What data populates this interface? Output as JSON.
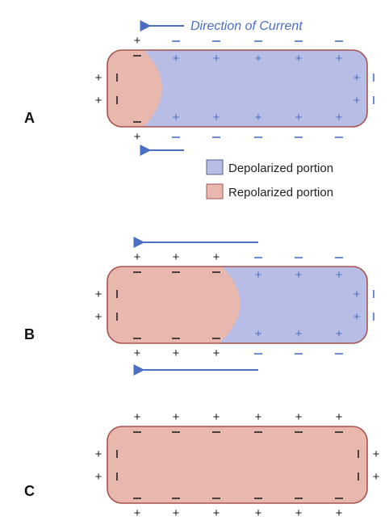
{
  "title": "Direction of Current",
  "legend": [
    {
      "label": "Depolarized portion",
      "color": "#b8bde6"
    },
    {
      "label": "Repolarized portion",
      "color": "#e8b8ae"
    }
  ],
  "colors": {
    "depolarized_fill": "#b8bde6",
    "repolarized_fill": "#e8b8ae",
    "cell_border": "#a8524e",
    "arrow": "#4a6fc4",
    "charge_dark": "#222222",
    "charge_blue": "#4a6fc4"
  },
  "panels": [
    {
      "label": "A",
      "repolarized_fraction": 0.2,
      "arrows": 2
    },
    {
      "label": "B",
      "repolarized_fraction": 0.5,
      "arrows": 2
    },
    {
      "label": "C",
      "repolarized_fraction": 1.0,
      "arrows": 0
    }
  ]
}
